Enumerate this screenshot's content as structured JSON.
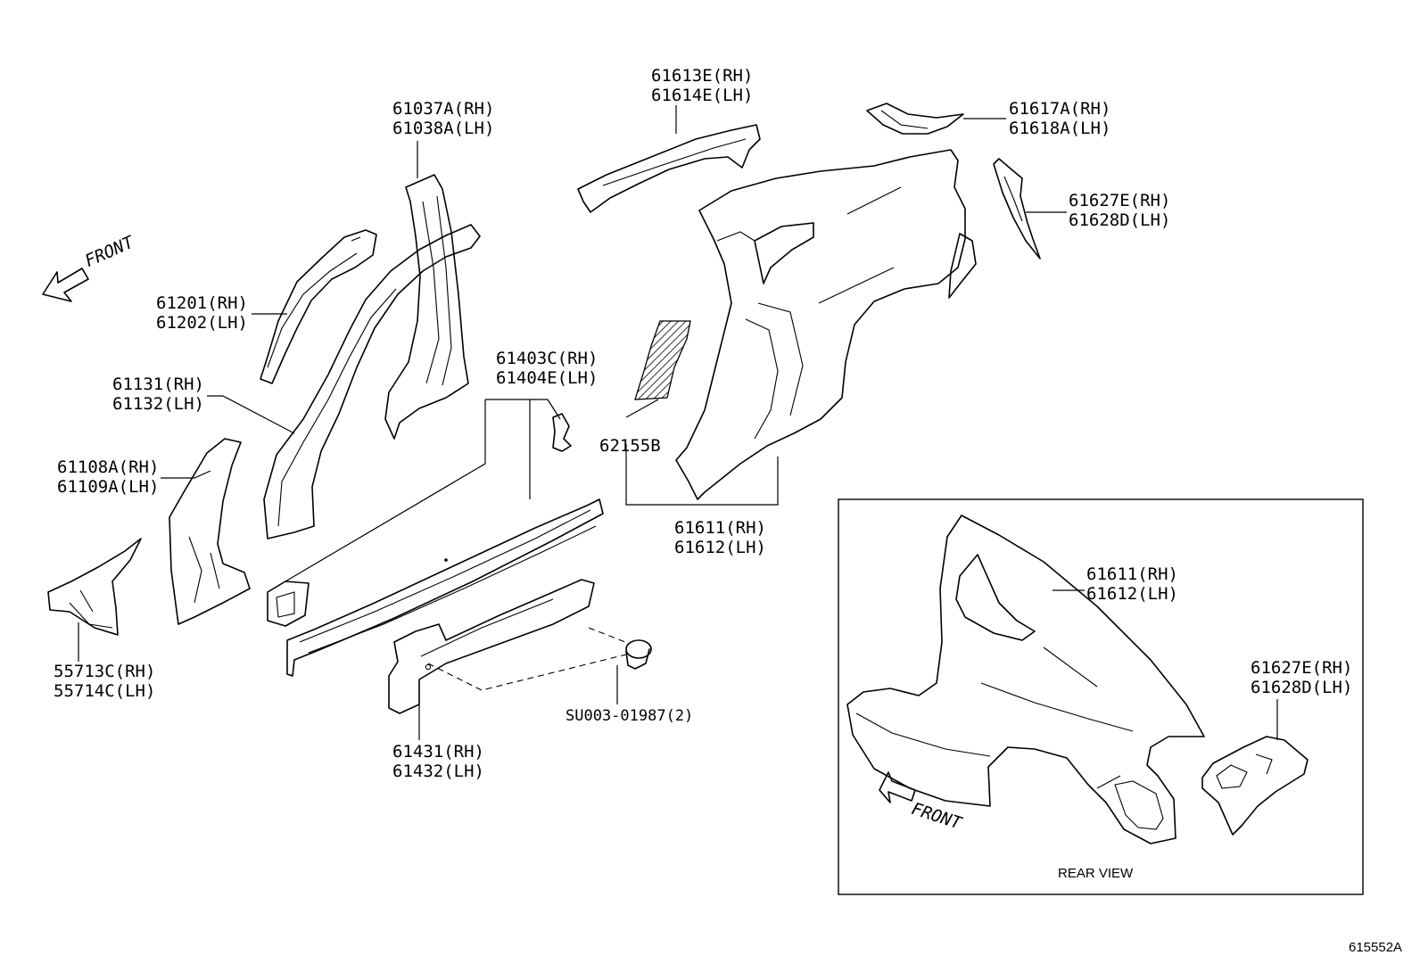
{
  "callouts": [
    {
      "id": "a",
      "lines": [
        "61037A(RH)",
        "61038A(LH)"
      ]
    },
    {
      "id": "b",
      "lines": [
        "61613E(RH)",
        "61614E(LH)"
      ]
    },
    {
      "id": "c",
      "lines": [
        "61617A(RH)",
        "61618A(LH)"
      ]
    },
    {
      "id": "d",
      "lines": [
        "61627E(RH)",
        "61628D(LH)"
      ]
    },
    {
      "id": "e",
      "lines": [
        "61201(RH)",
        "61202(LH)"
      ]
    },
    {
      "id": "f",
      "lines": [
        "61131(RH)",
        "61132(LH)"
      ]
    },
    {
      "id": "g",
      "lines": [
        "61403C(RH)",
        "61404E(LH)"
      ]
    },
    {
      "id": "h",
      "lines": [
        "62155B"
      ]
    },
    {
      "id": "i",
      "lines": [
        "61108A(RH)",
        "61109A(LH)"
      ]
    },
    {
      "id": "j",
      "lines": [
        "61611(RH)",
        "61612(LH)"
      ]
    },
    {
      "id": "k",
      "lines": [
        "55713C(RH)",
        "55714C(LH)"
      ]
    },
    {
      "id": "l",
      "lines": [
        "SU003-01987(2)"
      ]
    },
    {
      "id": "m",
      "lines": [
        "61431(RH)",
        "61432(LH)"
      ]
    },
    {
      "id": "n",
      "lines": [
        "61611(RH)",
        "61612(LH)"
      ]
    },
    {
      "id": "o",
      "lines": [
        "61627E(RH)",
        "61628D(LH)"
      ]
    }
  ],
  "front_label_main": "FRONT",
  "front_label_inset": "FRONT",
  "inset_caption": "REAR VIEW",
  "diagram_code": "615552A"
}
